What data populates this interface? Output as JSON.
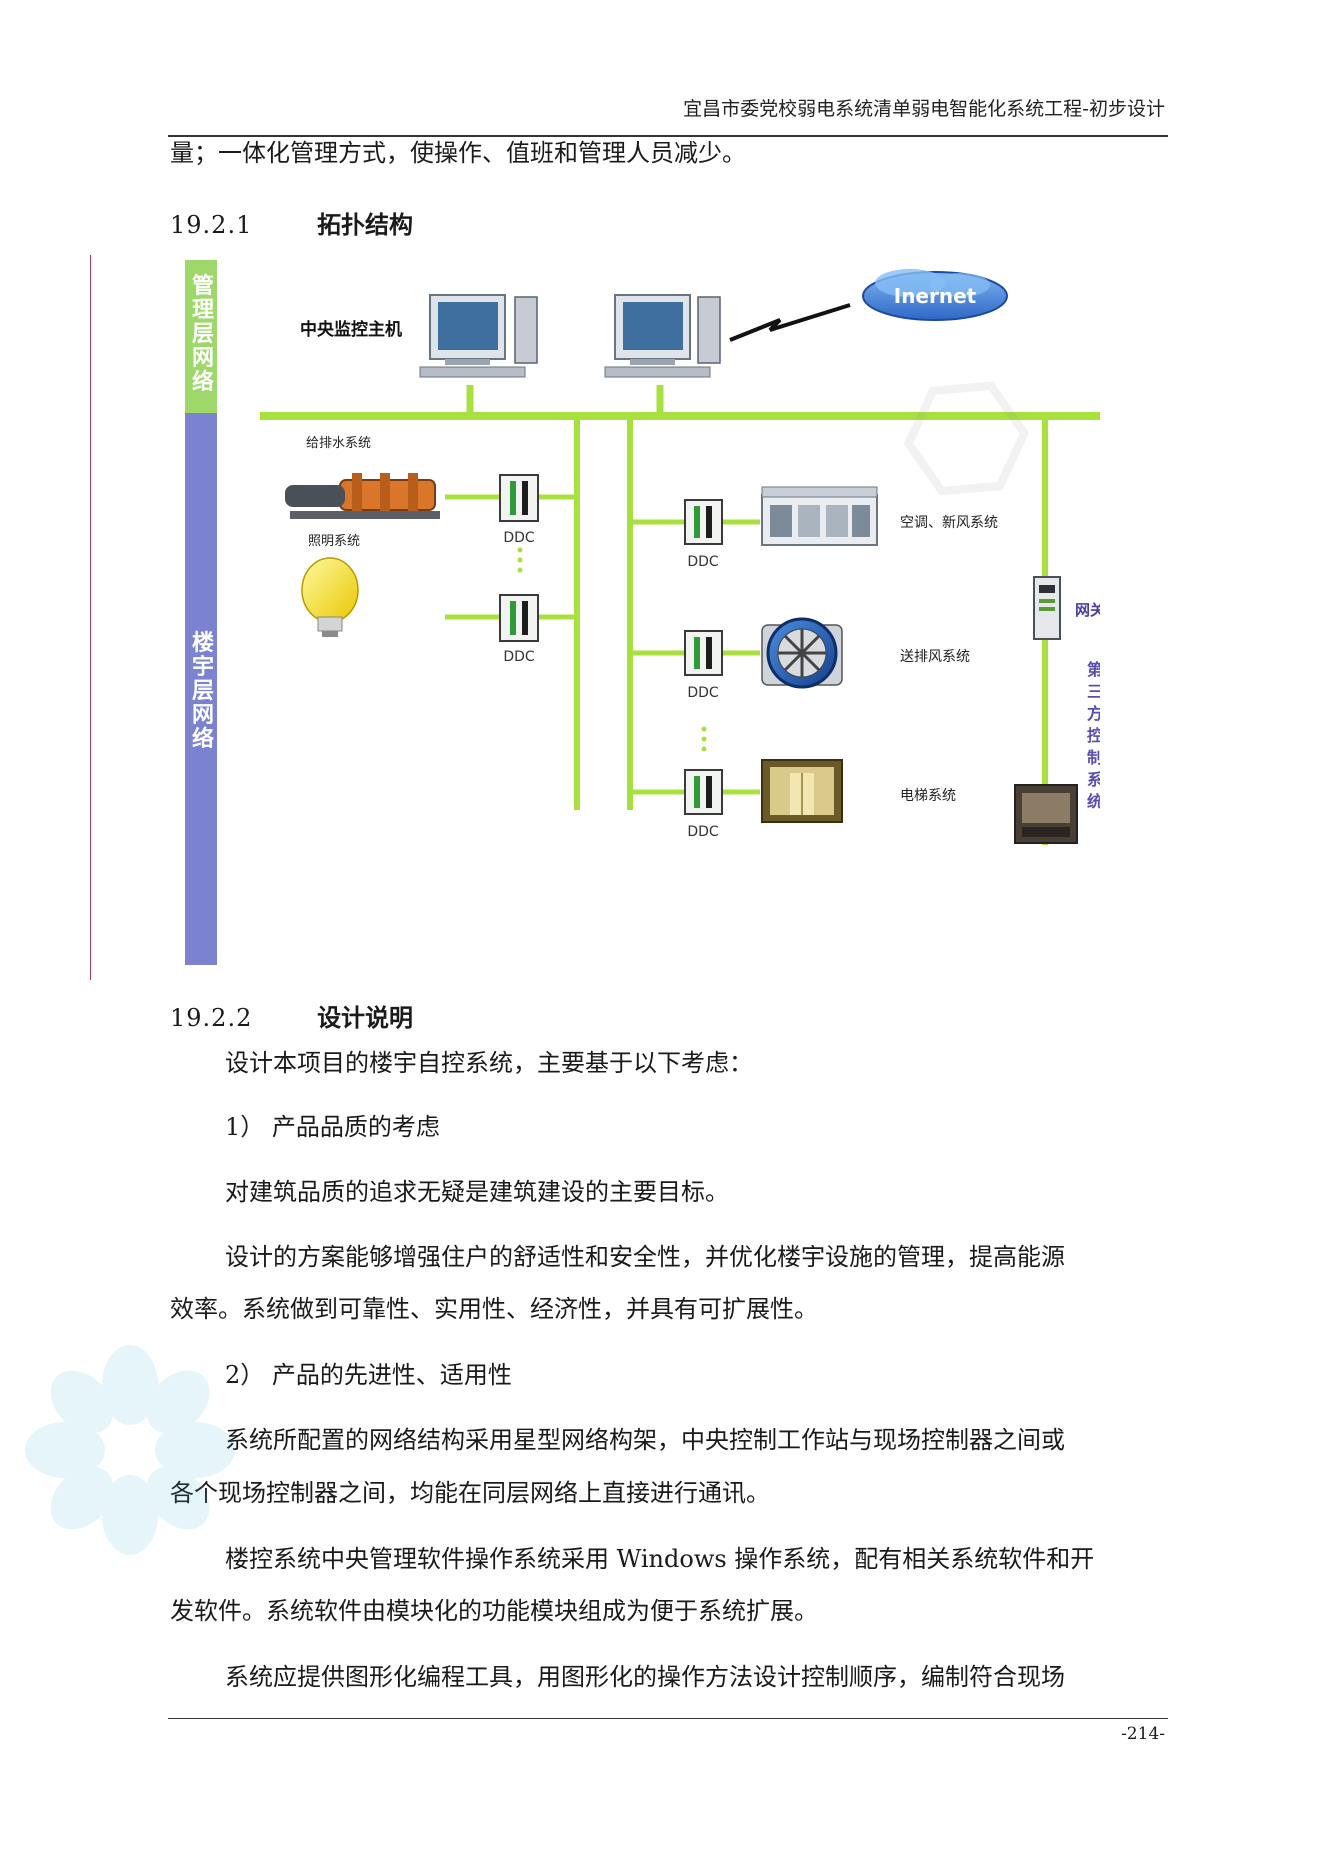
{
  "header": {
    "title": "宜昌市委党校弱电系统清单弱电智能化系统工程-初步设计"
  },
  "intro_line": "量；一体化管理方式，使操作、值班和管理人员减少。",
  "section1": {
    "number": "19.2.1",
    "title": "拓扑结构"
  },
  "diagram": {
    "band_top": "管理层网络",
    "band_bottom": "楼宇层网络",
    "host_label": "中央监控主机",
    "internet_label": "Inernet",
    "left_devices": [
      "给排水系统",
      "照明系统"
    ],
    "right_devices": [
      "空调、新风系统",
      "送排风系统",
      "电梯系统"
    ],
    "ddc_label": "DDC",
    "gateway_label": "网关",
    "third_party_label": "第三方控制系统"
  },
  "section2": {
    "number": "19.2.2",
    "title": "设计说明"
  },
  "body": {
    "p1": "设计本项目的楼宇自控系统，主要基于以下考虑：",
    "p2": "1） 产品品质的考虑",
    "p3": "对建筑品质的追求无疑是建筑建设的主要目标。",
    "p4_l1": "设计的方案能够增强住户的舒适性和安全性，并优化楼宇设施的管理，提高能源",
    "p4_l2": "效率。系统做到可靠性、实用性、经济性，并具有可扩展性。",
    "p5": "2） 产品的先进性、适用性",
    "p6_l1": "系统所配置的网络结构采用星型网络构架，中央控制工作站与现场控制器之间或",
    "p6_l2": "各个现场控制器之间，均能在同层网络上直接进行通讯。",
    "p7_l1": "楼控系统中央管理软件操作系统采用 Windows 操作系统，配有相关系统软件和开",
    "p7_l2": "发软件。系统软件由模块化的功能模块组成为便于系统扩展。",
    "p8": "系统应提供图形化编程工具，用图形化的操作方法设计控制顺序，编制符合现场"
  },
  "footer": {
    "page_number": "-214-"
  },
  "colors": {
    "bus_green": "#a8e040",
    "band_green": "#9ed86a",
    "band_blue": "#7b82cf",
    "accent_purple": "#4a3fa0"
  }
}
